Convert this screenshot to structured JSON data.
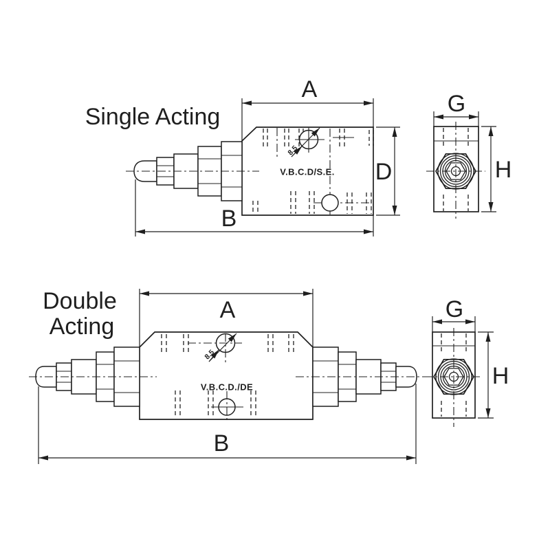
{
  "page": {
    "background_color": "#ffffff",
    "line_color": "#1f1f1f",
    "description": "Technical dimension drawing of single and double acting valves"
  },
  "single_acting": {
    "title": "Single Acting",
    "body_label": "V.B.C.D/S.E.",
    "hole_diameter_label": "8.5",
    "dim_width_label": "A",
    "dim_length_label": "B",
    "dim_height_label": "D",
    "side_width_label": "G",
    "side_height_label": "H"
  },
  "double_acting": {
    "title_line1": "Double",
    "title_line2": "Acting",
    "body_label": "V.B.C.D./DE",
    "hole_diameter_label": "8.5",
    "dim_width_label": "A",
    "dim_length_label": "B",
    "side_width_label": "G",
    "side_height_label": "H"
  }
}
